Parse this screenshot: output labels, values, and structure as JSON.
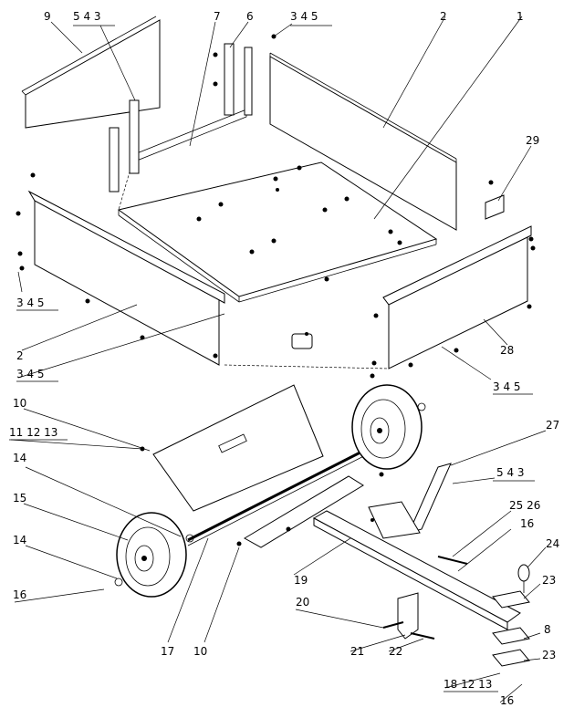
{
  "labels": {
    "l1": "1",
    "l2a": "2",
    "l2b": "2",
    "l6": "6",
    "l7": "7",
    "l8": "8",
    "l9": "9",
    "l10a": "10",
    "l10b": "10",
    "l14a": "14",
    "l14b": "14",
    "l15": "15",
    "l16a": "16",
    "l16b": "16",
    "l16c": "16",
    "l17": "17",
    "l19": "19",
    "l20": "20",
    "l21": "21",
    "l22": "22",
    "l23a": "23",
    "l23b": "23",
    "l24": "24",
    "l25_26": "25 26",
    "l27": "27",
    "l28": "28",
    "l29": "29",
    "g543_top": "5 4 3",
    "g345_top": "3 4 5",
    "g345_left": "3 4 5",
    "g345_mid": "3 4 5",
    "g345_right": "3 4 5",
    "g543_right": "5 4 3",
    "g111213": "11 12 13",
    "g181213": "18 12 13"
  }
}
